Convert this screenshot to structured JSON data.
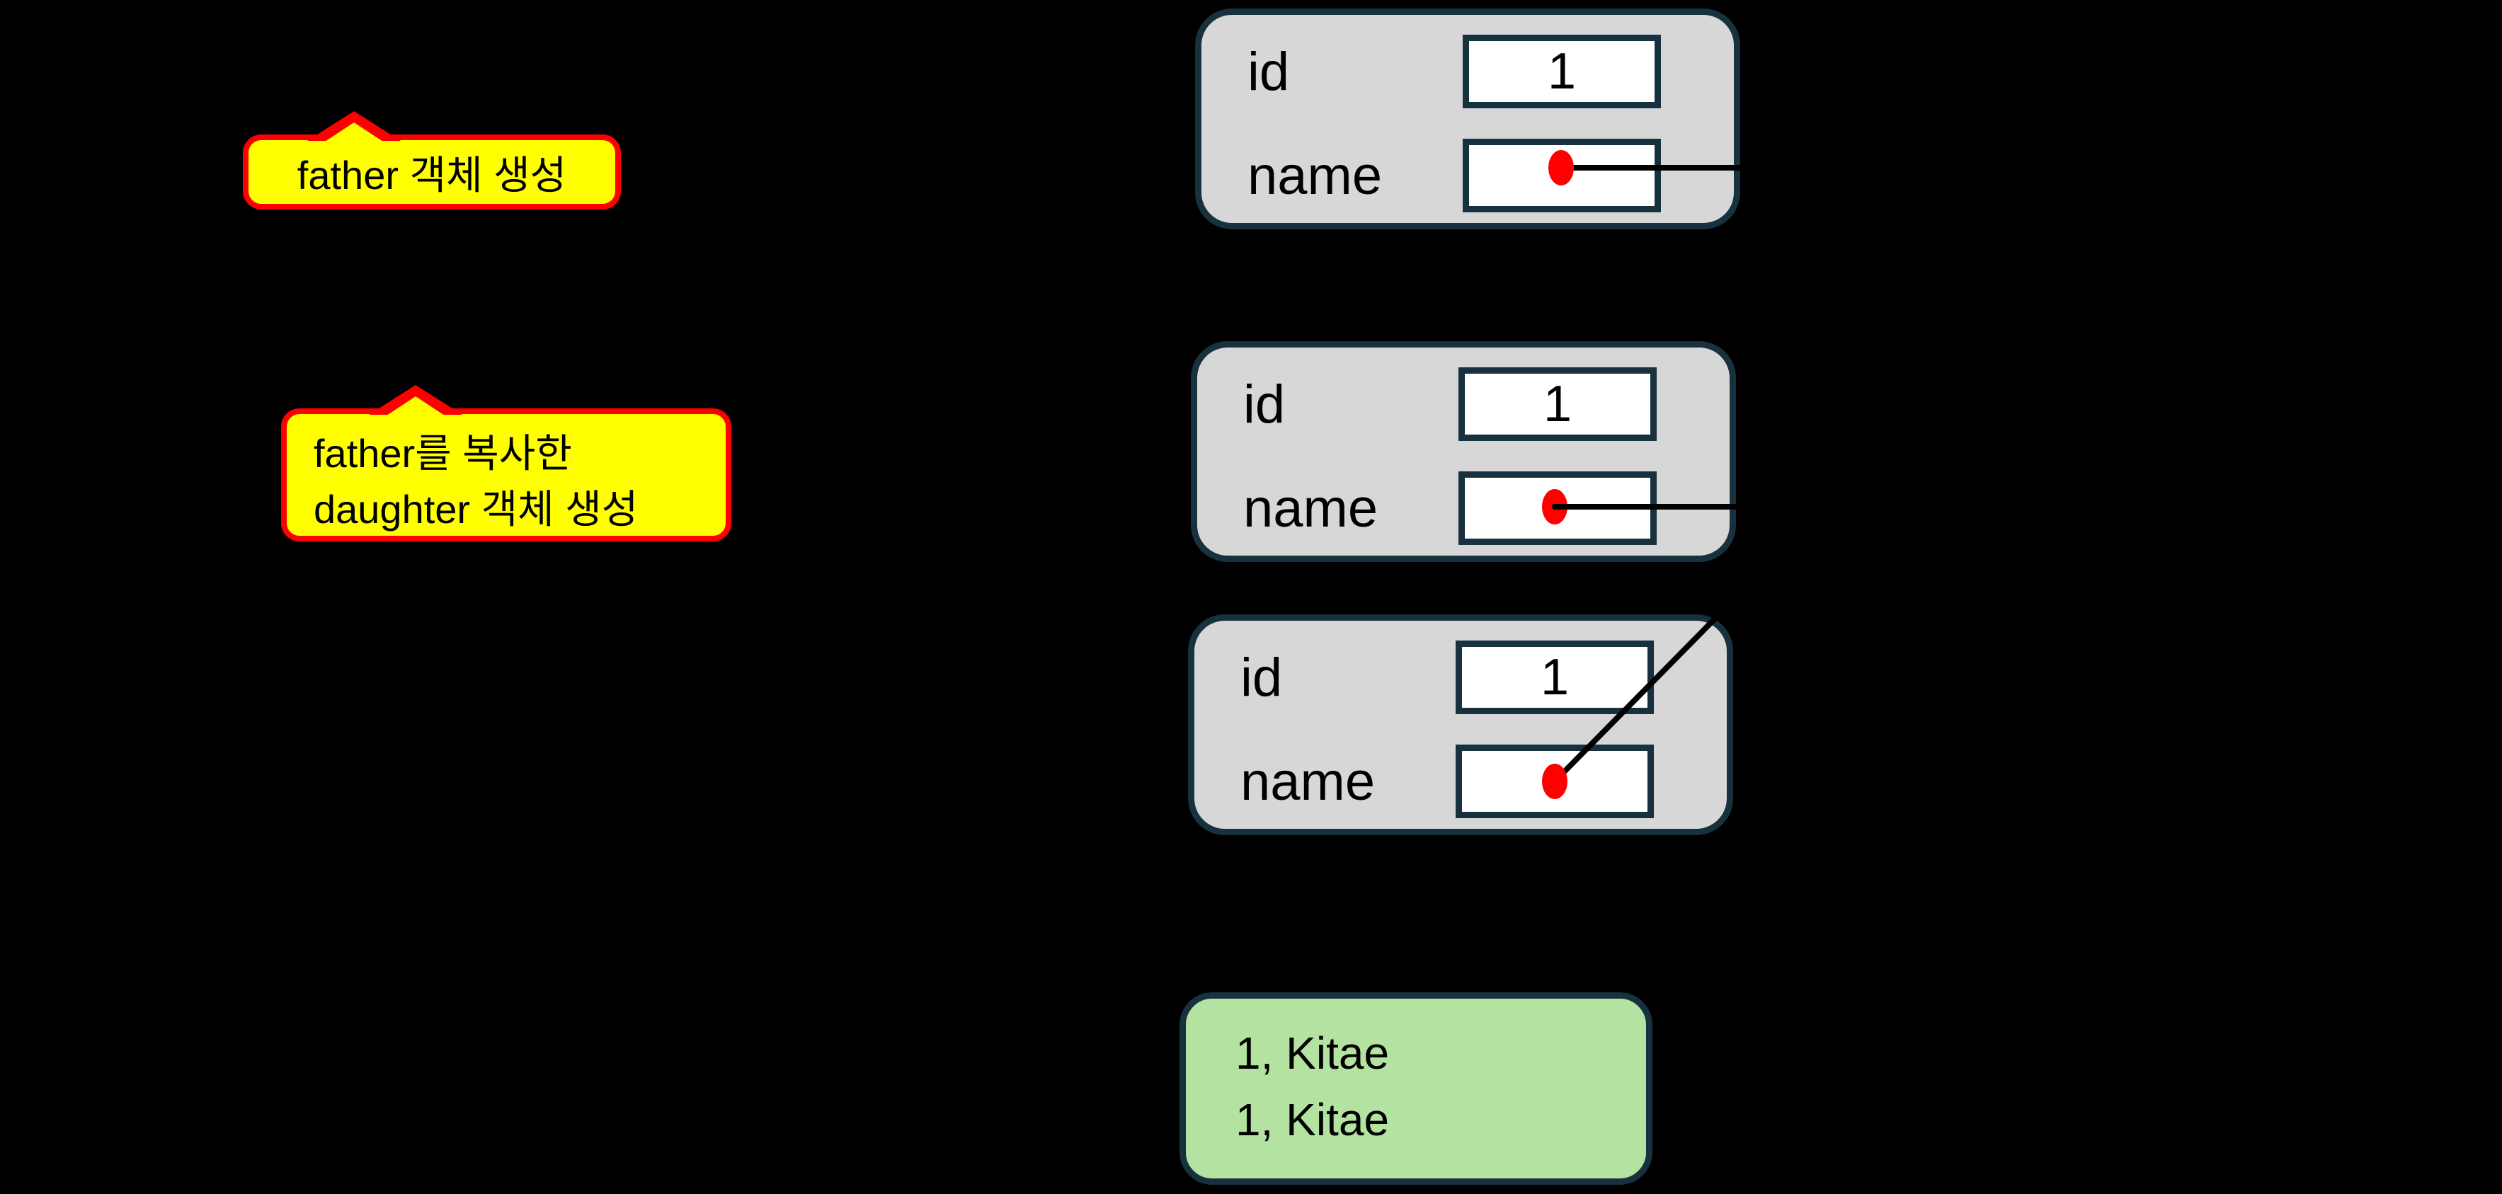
{
  "colors": {
    "background": "#000000",
    "box_fill": "#d7d7d7",
    "box_border": "#17313f",
    "cell_fill": "#ffffff",
    "callout_fill": "#ffff00",
    "callout_border": "#ff0000",
    "dot": "#ff0000",
    "line": "#000000",
    "output_fill": "#b4e2a0",
    "text": "#000000"
  },
  "callout1": {
    "text": "father 객체 생성"
  },
  "callout2": {
    "line1": "father를 복사한",
    "line2": "daughter 객체 생성"
  },
  "boxes": [
    {
      "id_label": "id",
      "id_value": "1",
      "name_label": "name"
    },
    {
      "id_label": "id",
      "id_value": "1",
      "name_label": "name"
    },
    {
      "id_label": "id",
      "id_value": "1",
      "name_label": "name"
    }
  ],
  "output": {
    "line1": "1, Kitae",
    "line2": "1, Kitae"
  }
}
